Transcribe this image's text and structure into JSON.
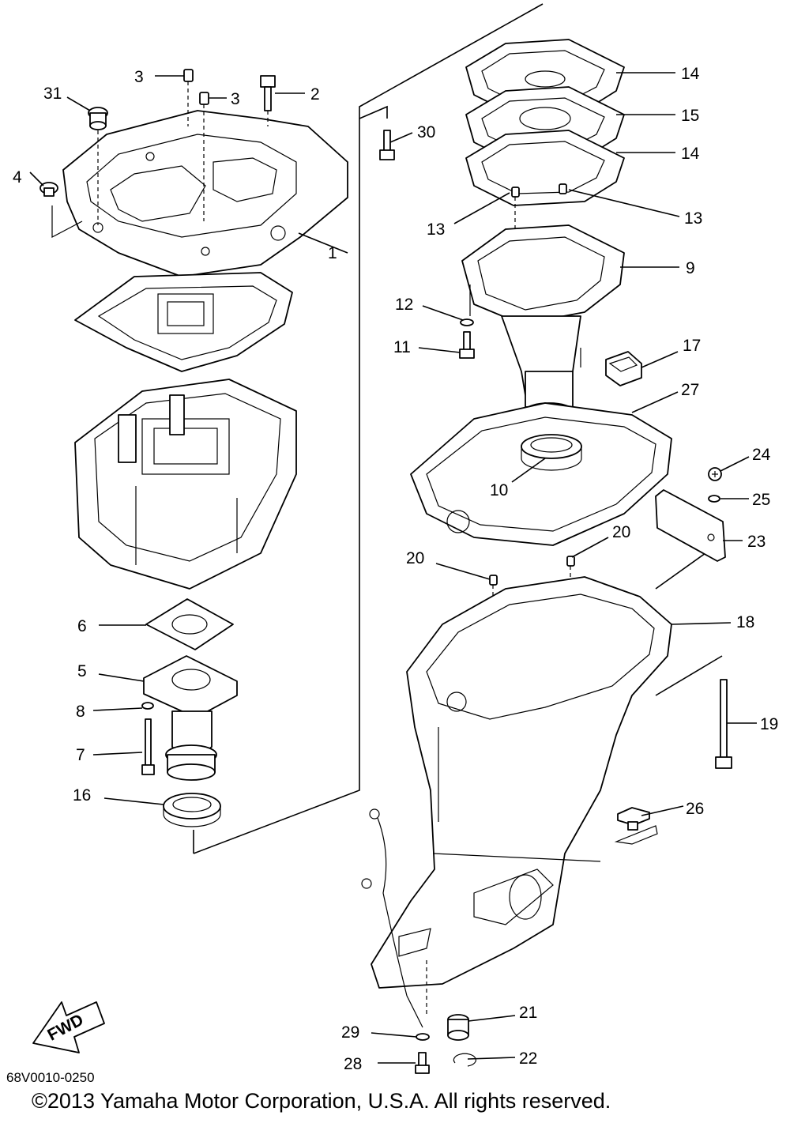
{
  "diagram": {
    "callouts": [
      "1",
      "2",
      "3",
      "3",
      "4",
      "5",
      "6",
      "7",
      "8",
      "9",
      "10",
      "11",
      "12",
      "13",
      "13",
      "14",
      "14",
      "15",
      "16",
      "17",
      "18",
      "19",
      "20",
      "20",
      "21",
      "22",
      "23",
      "24",
      "25",
      "26",
      "27",
      "28",
      "29",
      "30",
      "31"
    ],
    "direction_badge": "FWD",
    "drawing_code": "68V0010-0250",
    "copyright": "©2013 Yamaha Motor Corporation, U.S.A. All rights reserved."
  }
}
